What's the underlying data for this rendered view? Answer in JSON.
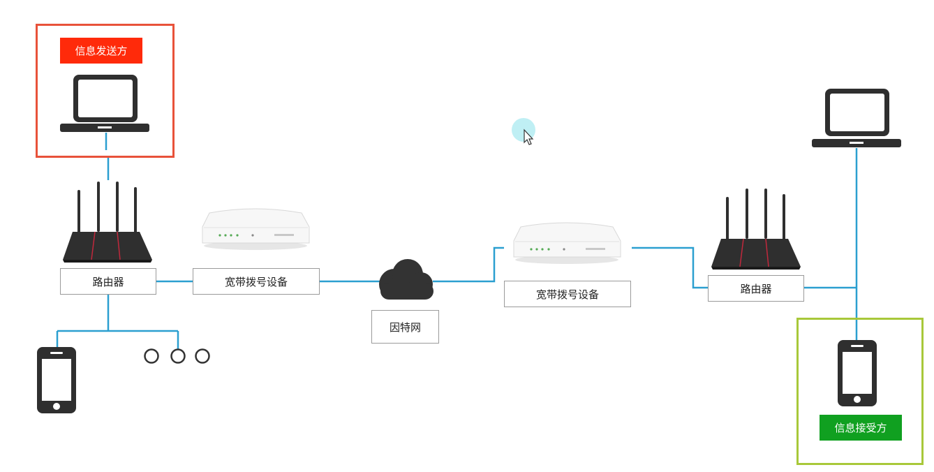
{
  "sender": {
    "label": "信息发送方",
    "color": "#ff2a0a",
    "frame_color": "#e8523a"
  },
  "receiver": {
    "label": "信息接受方",
    "color": "#10a020",
    "frame_color": "#a8c83a"
  },
  "left": {
    "router_label": "路由器",
    "modem_label": "宽带拨号设备"
  },
  "internet": {
    "label": "因特网"
  },
  "right": {
    "modem_label": "宽带拨号设备",
    "router_label": "路由器"
  },
  "colors": {
    "link": "#2b9fd0",
    "device": "#2f2f2f",
    "router_stripe": "#c0283c",
    "cursor_halo": "#bfeff4"
  },
  "icons": [
    "laptop-icon",
    "router-icon",
    "modem-icon",
    "cloud-icon",
    "phone-icon",
    "ellipsis-icon",
    "cursor-icon"
  ]
}
